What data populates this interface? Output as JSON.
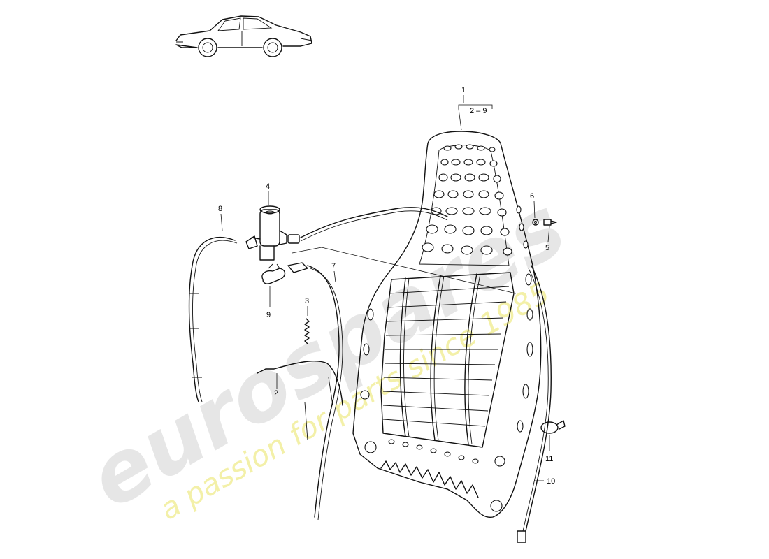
{
  "watermark": {
    "brand": "eurospares",
    "tagline": "a passion for parts since 1985"
  },
  "callouts": {
    "c1": "1",
    "c1_range": "2 – 9",
    "c2": "2",
    "c3": "3",
    "c4": "4",
    "c5": "5",
    "c6": "6",
    "c7": "7",
    "c8": "8",
    "c9": "9",
    "c10": "10",
    "c11": "11"
  },
  "colors": {
    "line": "#111111",
    "watermark_brand": "#e6e6e6",
    "watermark_tagline": "#f3f0a8"
  }
}
